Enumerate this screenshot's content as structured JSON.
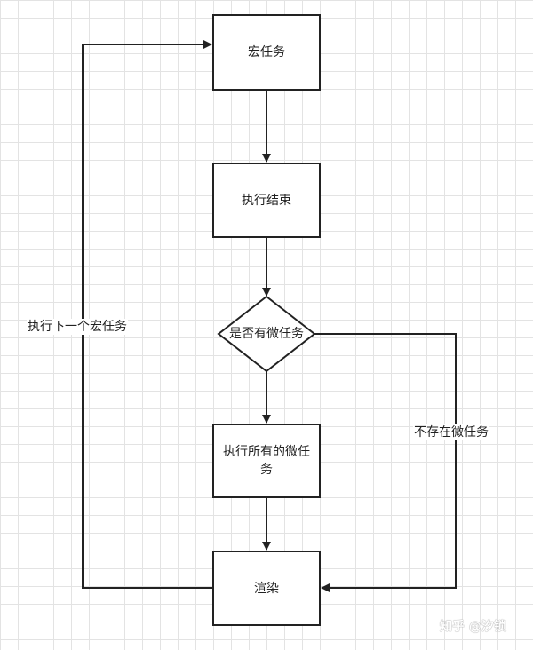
{
  "nodes": {
    "macro_task": "宏任务",
    "exec_end": "执行结束",
    "has_micro": "是否有微任务",
    "exec_all_micro": "执行所有的微任务",
    "render": "渲染"
  },
  "edges": {
    "next_macro": "执行下一个宏任务",
    "no_micro": "不存在微任务"
  },
  "watermark": "知乎 @汐锁",
  "colors": {
    "line": "#222222",
    "grid": "#e3e3e3",
    "background": "#ffffff"
  }
}
